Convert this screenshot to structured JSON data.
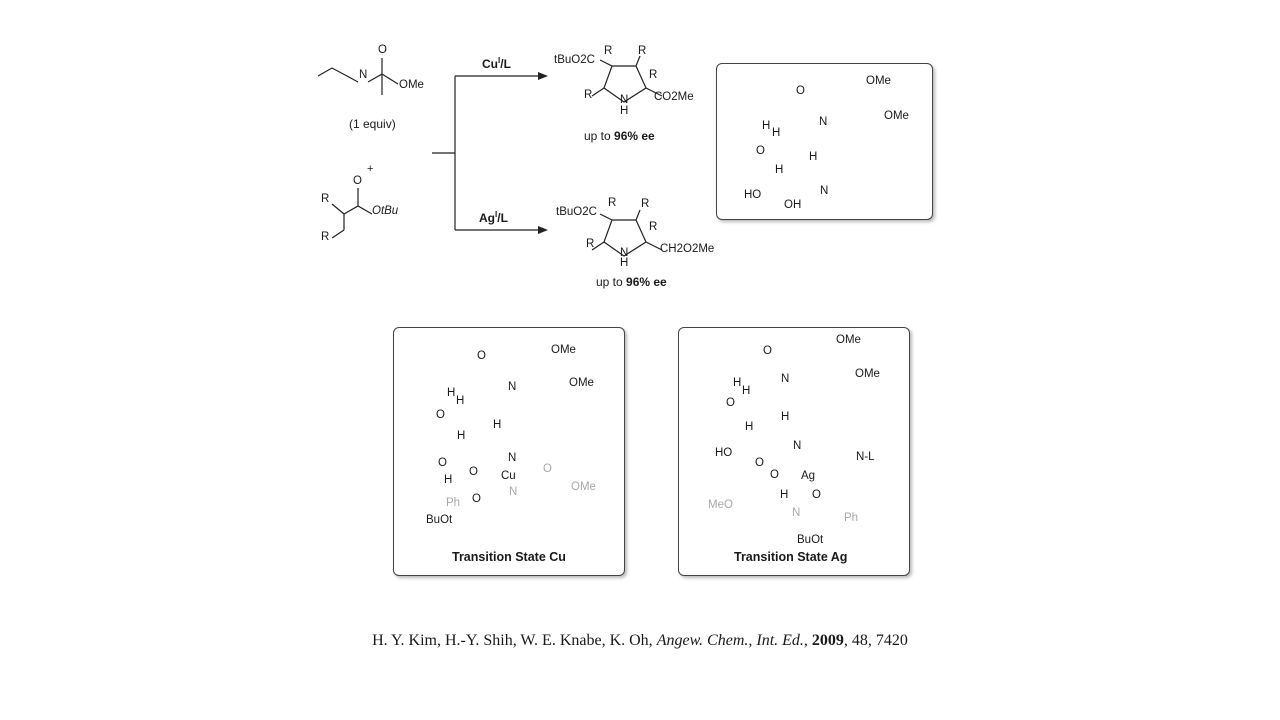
{
  "scheme": {
    "reactant_imine": {
      "labels": [
        "N",
        "O",
        "OMe"
      ],
      "equiv": "(1 equiv)"
    },
    "plus": "+",
    "reactant_acrylate": {
      "labels": [
        "R",
        "R",
        "O",
        "OtBu"
      ]
    },
    "top_arrow": {
      "metal": "Cu",
      "ox": "I",
      "ligand": "/L"
    },
    "bottom_arrow": {
      "metal": "Ag",
      "ox": "I",
      "ligand": "/L"
    },
    "product_top": {
      "labels": [
        "tBuO2C",
        "R",
        "R",
        "R",
        "R",
        "N",
        "H",
        "CO2Me"
      ],
      "ee_prefix": "up to ",
      "ee_value": "96% ee"
    },
    "product_bottom": {
      "labels": [
        "tBuO2C",
        "R",
        "R",
        "R",
        "R",
        "N",
        "H",
        "CH2O2Me"
      ],
      "ee_prefix": "up to ",
      "ee_value": "96% ee"
    }
  },
  "ligand_box": {
    "labels": [
      "O",
      "OMe",
      "OMe",
      "N",
      "H",
      "H",
      "O",
      "H",
      "H",
      "N",
      "HO",
      "OH"
    ]
  },
  "ts_cu": {
    "labels": [
      "O",
      "OMe",
      "OMe",
      "N",
      "H",
      "H",
      "O",
      "H",
      "H",
      "N",
      "O",
      "O",
      "H",
      "Cu",
      "Ph",
      "O",
      "N",
      "O",
      "OMe",
      "BuOt"
    ],
    "caption": "Transition State Cu"
  },
  "ts_ag": {
    "labels": [
      "O",
      "OMe",
      "OMe",
      "N",
      "H",
      "H",
      "O",
      "H",
      "H",
      "N",
      "HO",
      "O",
      "O",
      "Ag",
      "N-L",
      "H",
      "O",
      "MeO",
      "N",
      "Ph",
      "BuOt"
    ],
    "caption": "Transition State Ag"
  },
  "citation": {
    "authors": "H. Y. Kim, H.-Y. Shih, W. E. Knabe, K. Oh, ",
    "journal": "Angew. Chem., Int. Ed.",
    "sep1": ", ",
    "year": "2009",
    "rest": ", 48, 7420"
  }
}
